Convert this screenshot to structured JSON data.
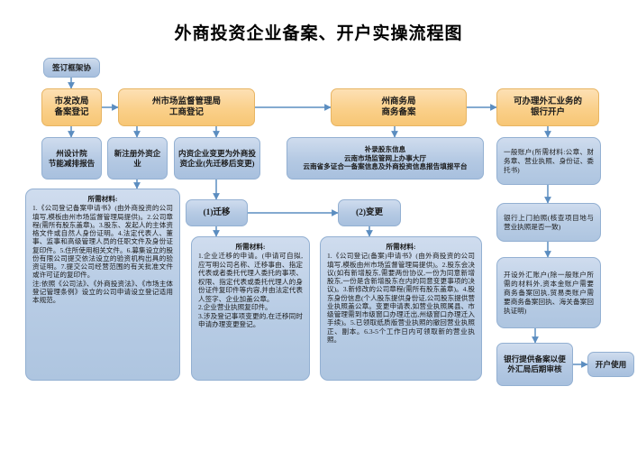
{
  "title": "外商投资企业备案、开户实操流程图",
  "colors": {
    "orange_fill": "#fad08a",
    "orange_border": "#e8b563",
    "blue_fill": "#b4c9e3",
    "blue_border": "#93b0d2",
    "arrow": "#5b8dc0",
    "text": "#1a1a1a",
    "background": "#ffffff"
  },
  "nodes": {
    "sign_framework": "签订框架协",
    "city_ndrc": "市发改局\n备案登记",
    "design_institute": "州设计院\n节能减排报告",
    "market_bureau": "州市场监督管理局\n工商登记",
    "new_foreign_enterprise": "新注册外资企\n业",
    "domestic_to_foreign": "内资企业变更为外商投\n资企业(先迁移后变更)",
    "commerce_bureau": "州商务局\n商务备案",
    "shareholder_supplement": "补录股东信息\n云南市场监管网上办事大厅\n云南省多证合一备案信息及外商投资信息报告填报平台",
    "bank_forex": "可办理外汇业务的\n银行开户",
    "step_move": "(1)迁移",
    "step_change": "(2)变更",
    "general_account": "一般账户(所需材料:公章、财务章、营业执照、身份证、委托书)",
    "bank_onsite": "银行上门拍照(核查项目地与营业执照是否一致)",
    "open_forex_account": "开设外汇账户(除一般账户所需的材料外,资本金账户需要商务备案回执,贸易类账户需要商务备案回执、海关备案回执证明)",
    "bank_provide_record": "银行提供备案以便外汇局后期审核",
    "account_in_use": "开户使用"
  },
  "textboxes": {
    "registration_materials": {
      "title": "所需材料:",
      "body": "1.《公司登记备案申请书》(由外商投资的公司填写,模板由州市场监督管理局提供)。2.公司章程(需所有股东盖章)。3.股东、发起人的主体资格文件或自然人身份证明。4.法定代表人、董事、监事和高级管理人员的任职文件及身份证复印件。5.住所使用相关文件。6.募集设立的股份有限公司提交依法设立的验资机构出具的验资证明。7.提交公司经营范围的有关批准文件或许可证的复印件。\n注:依照《公司法》、《外商投资法》、《市场主体登记管理条例》设立的公司申请设立登记适用本规范。"
    },
    "move_materials": {
      "title": "所需材料:",
      "body": "1.企业迁移的申请。(申请可自拟,应写明公司名称、迁移事由、指定代表或者委托代理人委托的事项、权限、指定代表或委托代理人的身份证件复印件等内容,并由法定代表人签字、企业加盖公章。\n2.企业营业执照复印件。\n3.涉及登记事项变更的,在迁移同时申请办理变更登记。"
    },
    "change_materials": {
      "title": "所需材料:",
      "body": "1.《公司登记(备案)申请书》(由外商投资的公司填写,模板由州市场监督管理局提供)。2.股东会决议(如有新增股东,需要两份协议,一份为同意新增股东,一份是含新增股东在内的同意变更事项的决议)。3.新修改的公司章程(需所有股东盖章)。4.股东身份信息(个人股东提供身份证,公司股东提供营业执照盖公章。变更申请表,如营业执照属县、市级管理需到市级窗口办理迁出,州级窗口办理迁入手续)。5.已领取纸质版营业执照的撤回营业执照正、副本。6.3-5个工作日内可领取新的营业执照。"
    }
  }
}
